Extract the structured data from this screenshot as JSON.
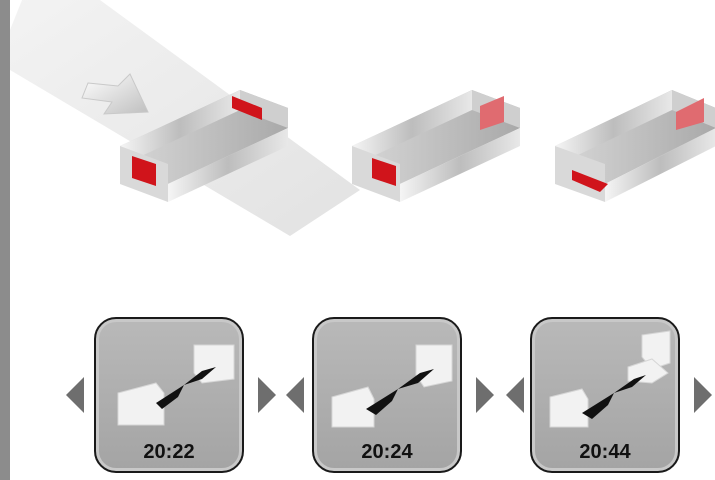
{
  "presets": [
    {
      "time": "20:22"
    },
    {
      "time": "20:24"
    },
    {
      "time": "20:44"
    }
  ],
  "icons": {
    "prev": "triangle-left-icon",
    "next": "triangle-right-icon",
    "preset": "crossover-connection-icon"
  },
  "colors": {
    "marker_red": "#d0141b",
    "card_fill": "#ababab",
    "card_border": "#1a1a1a",
    "arrow_gray": "#6e6e6e"
  }
}
